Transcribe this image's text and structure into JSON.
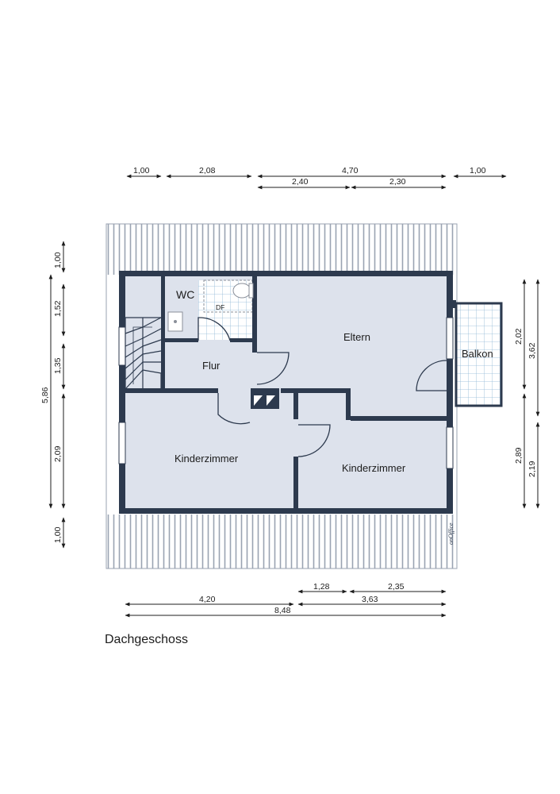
{
  "rooms": {
    "wc": "WC",
    "df": "DF",
    "flur": "Flur",
    "eltern": "Eltern",
    "balkon": "Balkon",
    "kinder1": "Kinderzimmer",
    "kinder2": "Kinderzimmer"
  },
  "dimensions": {
    "top_1": "1,00",
    "top_2": "2,08",
    "top_3": "4,70",
    "top_4": "1,00",
    "top_5": "2,40",
    "top_6": "2,30",
    "left_1": "1,00",
    "left_2": "1,52",
    "left_3": "1,35",
    "left_4": "2,09",
    "left_5": "1,00",
    "left_total": "5,86",
    "right_1": "2,02",
    "right_2": "3,62",
    "right_3": "2,89",
    "right_4": "2,19",
    "bottom_1": "1,28",
    "bottom_2": "2,35",
    "bottom_3": "4,20",
    "bottom_4": "3,63",
    "bottom_total": "8,48"
  },
  "watermark": "onOffice",
  "caption": "Dachgeschoss",
  "colors": {
    "wall": "#2d3a4e",
    "floor": "#dde2ec",
    "hatch": "#9aa3b2",
    "tile": "#8fb8d6",
    "dim": "#1c1c1c"
  }
}
